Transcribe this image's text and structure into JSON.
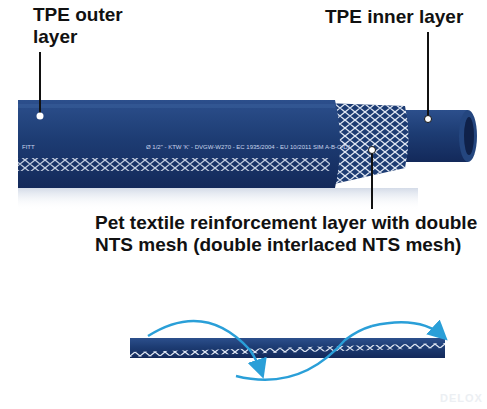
{
  "diagram": {
    "labels": [
      "TPE outer layer",
      "TPE inner layer",
      "Pet textile reinforcement layer with double NTS mesh (double interlaced NTS mesh)",
      "FITT",
      "Ø 1/2\" - KTW 'K' - DVGW-W270 - EC 1935/2004 - EU 10/2011 SIM A-B-C-D1",
      "DELOX"
    ]
  }
}
